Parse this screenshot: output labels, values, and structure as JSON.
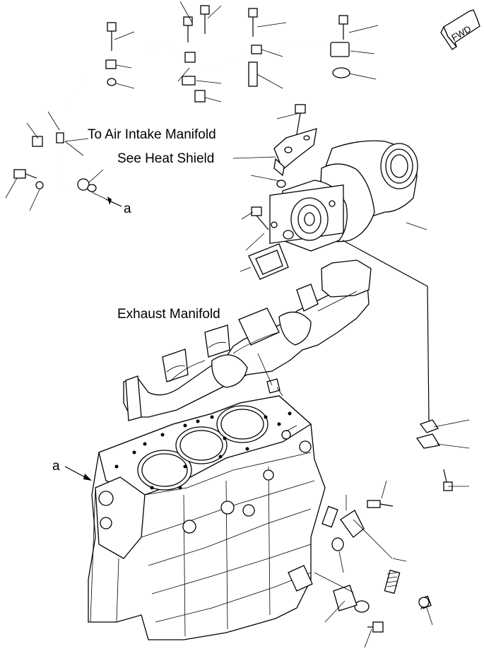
{
  "labels": {
    "air_intake": "To Air Intake Manifold",
    "heat_shield": "See Heat Shield",
    "exhaust_manifold": "Exhaust Manifold",
    "ref_a_top": "a",
    "ref_a_block": "a",
    "fwd": "FWD"
  }
}
